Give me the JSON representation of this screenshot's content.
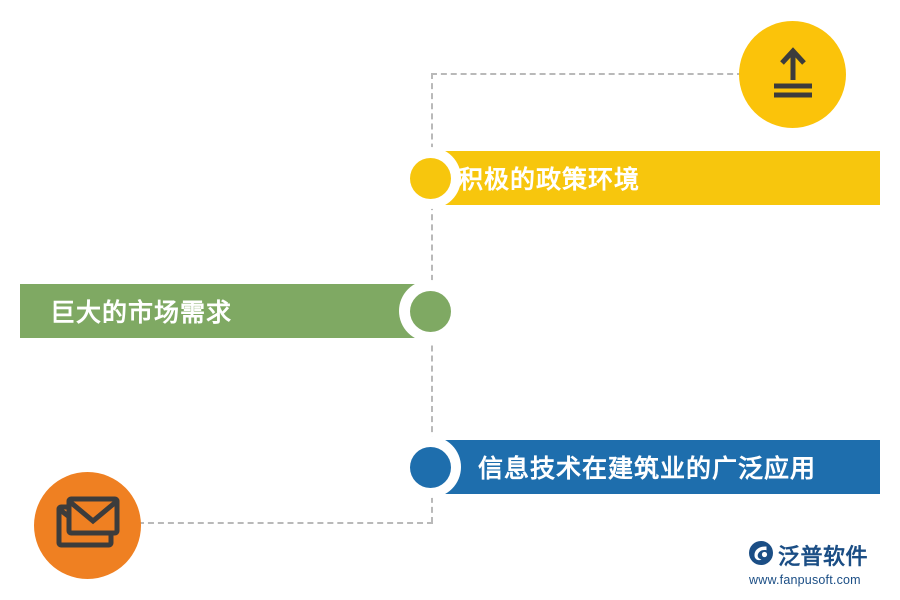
{
  "diagram": {
    "title": "",
    "colors": {
      "yellow": "#f7c60d",
      "green": "#7fa963",
      "blue": "#1e6ead",
      "orange": "#ef8022",
      "badge_yellow": "#fbc30a",
      "dash_gray": "#b9b9b9",
      "logo_blue": "#1b4e85",
      "text_white": "#ffffff"
    },
    "items": [
      {
        "id": "policy",
        "label": "积极的政策环境",
        "color": "#f7c60d",
        "node_color": "#f7c60d"
      },
      {
        "id": "market",
        "label": "巨大的市场需求",
        "color": "#7fa963",
        "node_color": "#7fa963"
      },
      {
        "id": "it",
        "label": "信息技术在建筑业的广泛应用",
        "color": "#1e6ead",
        "node_color": "#1e6ead"
      }
    ],
    "badges": [
      {
        "id": "upload",
        "icon": "upload-arrow-icon",
        "color": "#fbc30a"
      },
      {
        "id": "mail",
        "icon": "envelope-icon",
        "color": "#ef8022"
      }
    ]
  },
  "logo": {
    "icon": "fanpu-mark-icon",
    "text": "泛普软件",
    "url": "www.fanpusoft.com"
  }
}
